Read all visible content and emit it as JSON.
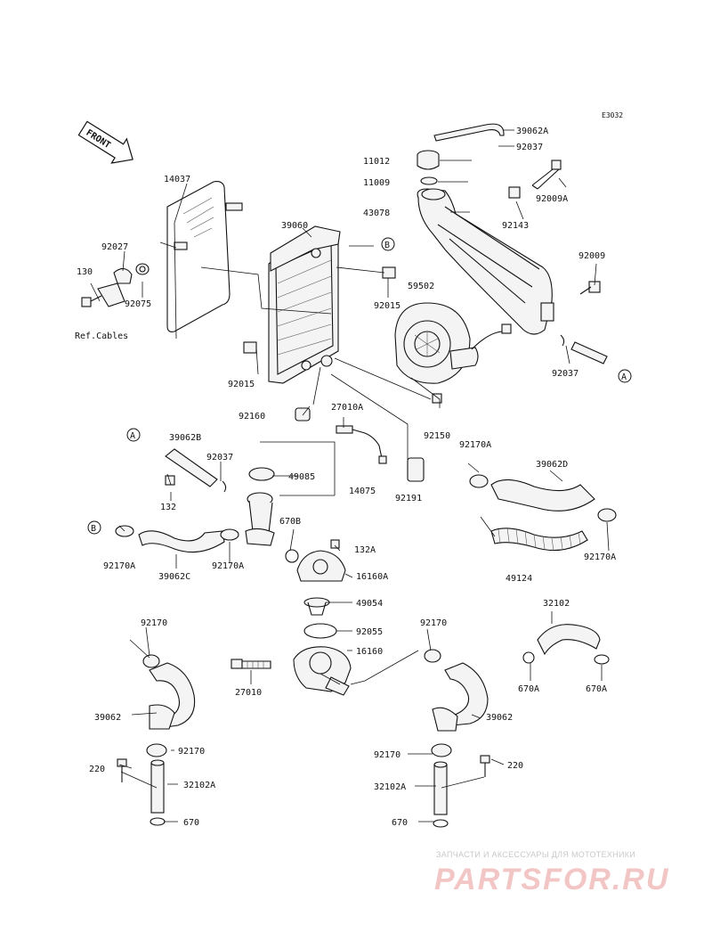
{
  "diagram": {
    "code": "E3032",
    "front_label": "FRONT",
    "ref_cables": "Ref.Cables",
    "callouts": [
      "A",
      "B"
    ],
    "labels": {
      "p39062A": "39062A",
      "p92037_top": "92037",
      "p11012": "11012",
      "p11009": "11009",
      "p92009A": "92009A",
      "p43078": "43078",
      "p92143": "92143",
      "p92009": "92009",
      "p92037_right": "92037",
      "p14037": "14037",
      "p39060": "39060",
      "p92027": "92027",
      "p130": "130",
      "p92075": "92075",
      "p92015_a": "92015",
      "p59502": "59502",
      "p92015_b": "92015",
      "p92160": "92160",
      "p27010A": "27010A",
      "p92150": "92150",
      "p39062B": "39062B",
      "p92037_left": "92037",
      "p49085": "49085",
      "p14075": "14075",
      "p92191": "92191",
      "p92170A_mid": "92170A",
      "p39062D": "39062D",
      "p132": "132",
      "p670B": "670B",
      "p132A": "132A",
      "p16160A": "16160A",
      "p92170A_left": "92170A",
      "p39062C": "39062C",
      "p92170A_center": "92170A",
      "p49124": "49124",
      "p92170A_right": "92170A",
      "p49054": "49054",
      "p32102": "32102",
      "p92170_left": "92170",
      "p92055": "92055",
      "p92170_right": "92170",
      "p16160": "16160",
      "p27010": "27010",
      "p670A_left": "670A",
      "p670A_right": "670A",
      "p39062_left": "39062",
      "p39062_right": "39062",
      "p92170_lower_left": "92170",
      "p92170_lower_right": "92170",
      "p220_left": "220",
      "p220_right": "220",
      "p32102A_left": "32102A",
      "p32102A_right": "32102A",
      "p670_left": "670",
      "p670_right": "670"
    }
  },
  "watermark": {
    "top": "ЗАПЧАСТИ И АКСЕССУАРЫ ДЛЯ МОТОТЕХНИКИ",
    "logo": "PARTSFOR.RU"
  }
}
